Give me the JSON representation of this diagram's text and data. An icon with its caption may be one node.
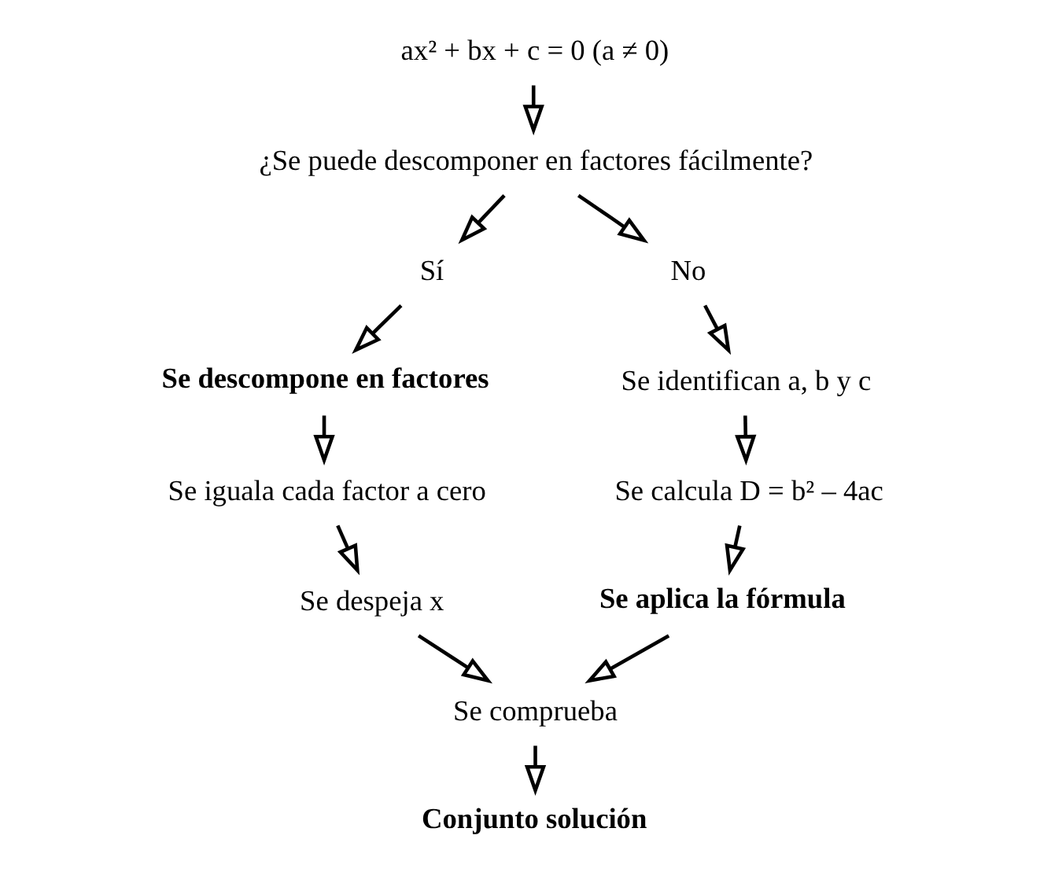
{
  "diagram": {
    "nodes": [
      {
        "text": [
          "ax² + bx + c = 0 (a ≠ 0)"
        ]
      },
      {
        "text": [
          "¿Se puede descomponer en factores fácilmente?"
        ]
      },
      {
        "text": [
          "Sí"
        ]
      },
      {
        "text": [
          "No"
        ]
      },
      {
        "text": [
          "Se descompone en factores"
        ]
      },
      {
        "text": [
          "Se identifican a, b y c"
        ]
      },
      {
        "text": [
          "Se iguala cada factor a cero"
        ]
      },
      {
        "text": [
          "Se calcula D = b² – 4ac"
        ]
      },
      {
        "text": [
          "Se despeja x"
        ]
      },
      {
        "text": [
          "Se aplica la fórmula"
        ]
      },
      {
        "text": [
          "Se comprueba"
        ]
      },
      {
        "text": [
          "Conjunto solución"
        ]
      }
    ],
    "edges": [
      {
        "from": 0,
        "to": 1,
        "arrow": "to"
      },
      {
        "from": 1,
        "to": 2,
        "arrow": "to"
      },
      {
        "from": 1,
        "to": 3,
        "arrow": "to"
      },
      {
        "from": 2,
        "to": 4,
        "arrow": "to"
      },
      {
        "from": 3,
        "to": 5,
        "arrow": "to"
      },
      {
        "from": 4,
        "to": 6,
        "arrow": "to"
      },
      {
        "from": 5,
        "to": 7,
        "arrow": "to"
      },
      {
        "from": 6,
        "to": 8,
        "arrow": "to"
      },
      {
        "from": 7,
        "to": 9,
        "arrow": "to"
      },
      {
        "from": 8,
        "to": 10,
        "arrow": "to"
      },
      {
        "from": 9,
        "to": 10,
        "arrow": "to"
      },
      {
        "from": 10,
        "to": 11,
        "arrow": "to"
      }
    ]
  }
}
